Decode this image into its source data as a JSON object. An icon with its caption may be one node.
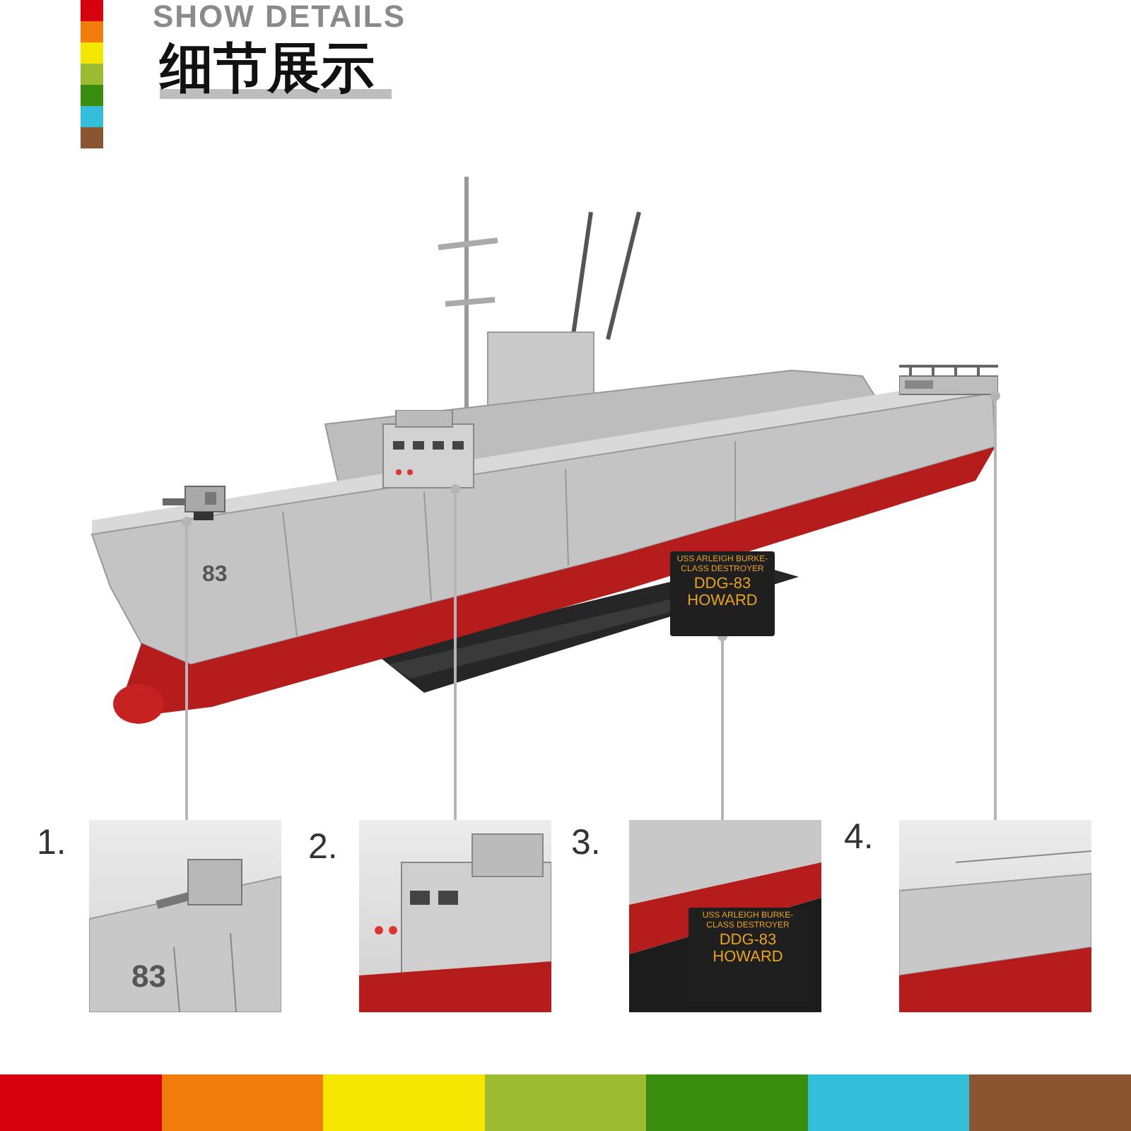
{
  "diagram": {
    "title": "细节展示",
    "nodes": [
      {
        "text": [],
        "shape": "picture"
      },
      {
        "text": [],
        "shape": "picture",
        "in": 0
      },
      {
        "text": [],
        "shape": "picture",
        "in": 0
      },
      {
        "text": [
          "USS ARLEIGH BURKE-CLASS DESTROYER",
          "DDG-83",
          "HOWARD"
        ],
        "in": 0
      },
      {
        "text": [],
        "shape": "picture",
        "in": 0
      },
      {
        "text": [],
        "shape": "picture",
        "beside": [
          "1."
        ]
      },
      {
        "text": [],
        "shape": "picture",
        "beside": [
          "2."
        ]
      },
      {
        "text": [],
        "shape": "picture",
        "beside": [
          "3."
        ]
      },
      {
        "text": [
          "USS ARLEIGH BURKE-CLASS DESTROYER",
          "DDG-83",
          "HOWARD"
        ],
        "in": 7
      },
      {
        "text": [],
        "shape": "picture",
        "beside": [
          "4."
        ]
      }
    ],
    "edges": [
      {
        "from": 5,
        "to": 1,
        "arrow": "other"
      },
      {
        "from": 6,
        "to": 2,
        "arrow": "other"
      },
      {
        "from": 7,
        "to": 3,
        "arrow": "other"
      },
      {
        "from": 9,
        "to": 4,
        "arrow": "other"
      }
    ],
    "labels": [
      "SHOW DETAILS",
      "83",
      "83"
    ]
  }
}
